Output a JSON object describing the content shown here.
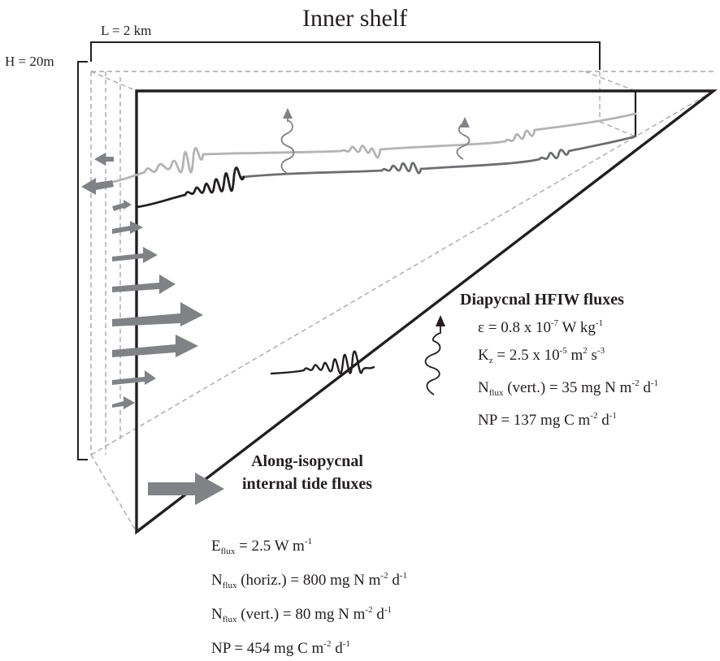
{
  "title": "Inner shelf",
  "dims": {
    "length": "L = 2 km",
    "height": "H = 20m"
  },
  "diapycnal": {
    "heading": "Diapycnal HFIW fluxes",
    "lines": [
      [
        {
          "t": "ε = 0.8 x 10"
        },
        {
          "sup": "-7"
        },
        {
          "t": " W kg"
        },
        {
          "sup": "-1"
        }
      ],
      [
        {
          "t": "K"
        },
        {
          "sub": "z"
        },
        {
          "t": " = 2.5 x 10"
        },
        {
          "sup": "-5"
        },
        {
          "t": " m"
        },
        {
          "sup": "2"
        },
        {
          "t": " s"
        },
        {
          "sup": "-3"
        }
      ],
      [
        {
          "t": "N"
        },
        {
          "sub": "flux"
        },
        {
          "t": " (vert.) = 35 mg N m"
        },
        {
          "sup": "-2"
        },
        {
          "t": " d"
        },
        {
          "sup": "-1"
        }
      ],
      [
        {
          "t": "NP = 137 mg C m"
        },
        {
          "sup": "-2"
        },
        {
          "t": " d"
        },
        {
          "sup": "-1"
        }
      ]
    ]
  },
  "along": {
    "heading_line1": "Along-isopycnal",
    "heading_line2": "internal tide fluxes",
    "lines": [
      [
        {
          "t": "E"
        },
        {
          "sub": "flux"
        },
        {
          "t": " = 2.5 W m"
        },
        {
          "sup": "-1"
        }
      ],
      [
        {
          "t": "N"
        },
        {
          "sub": "flux"
        },
        {
          "t": " (horiz.) = 800 mg N m"
        },
        {
          "sup": "-2"
        },
        {
          "t": " d"
        },
        {
          "sup": "-1"
        }
      ],
      [
        {
          "t": "N"
        },
        {
          "sub": "flux"
        },
        {
          "t": " (vert.) = 80 mg N m"
        },
        {
          "sup": "-2"
        },
        {
          "t": " d"
        },
        {
          "sup": "-1"
        }
      ],
      [
        {
          "t": "NP = 454 mg C m"
        },
        {
          "sup": "-2"
        },
        {
          "t": " d"
        },
        {
          "sup": "-1"
        }
      ]
    ]
  },
  "colors": {
    "black": "#231f20",
    "dark_gray": "#6d6e71",
    "mid_gray": "#808285",
    "light_gray": "#b4b4b4",
    "dash_gray": "#a7a9ac"
  }
}
